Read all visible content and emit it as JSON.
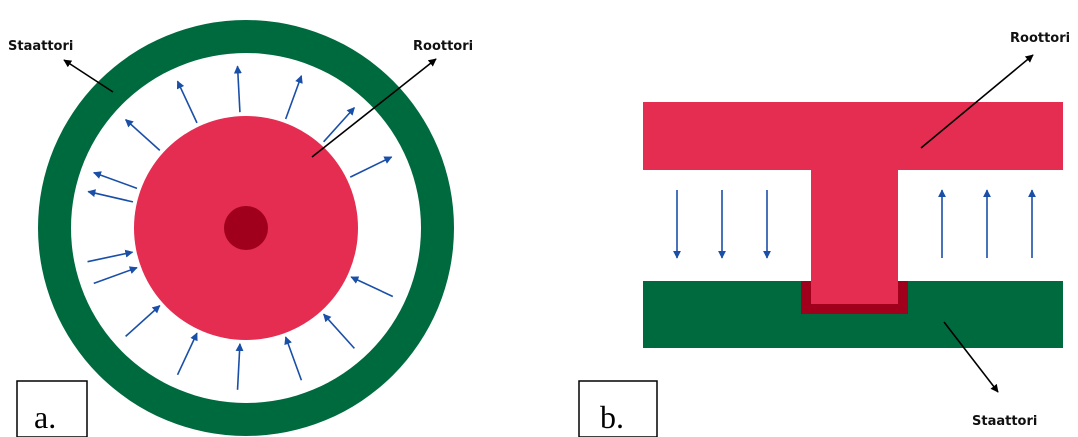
{
  "colors": {
    "stator": "#006a3f",
    "rotor": "#e52c51",
    "rotor_core": "#a0001b",
    "arrow": "#1a4fa8",
    "pointer": "#000000",
    "background": "#ffffff"
  },
  "panel_a": {
    "letter": "a.",
    "stator_label": "Staattori",
    "rotor_label": "Roottori"
  },
  "panel_b": {
    "letter": "b.",
    "stator_label": "Staattori",
    "rotor_label": "Roottori"
  }
}
